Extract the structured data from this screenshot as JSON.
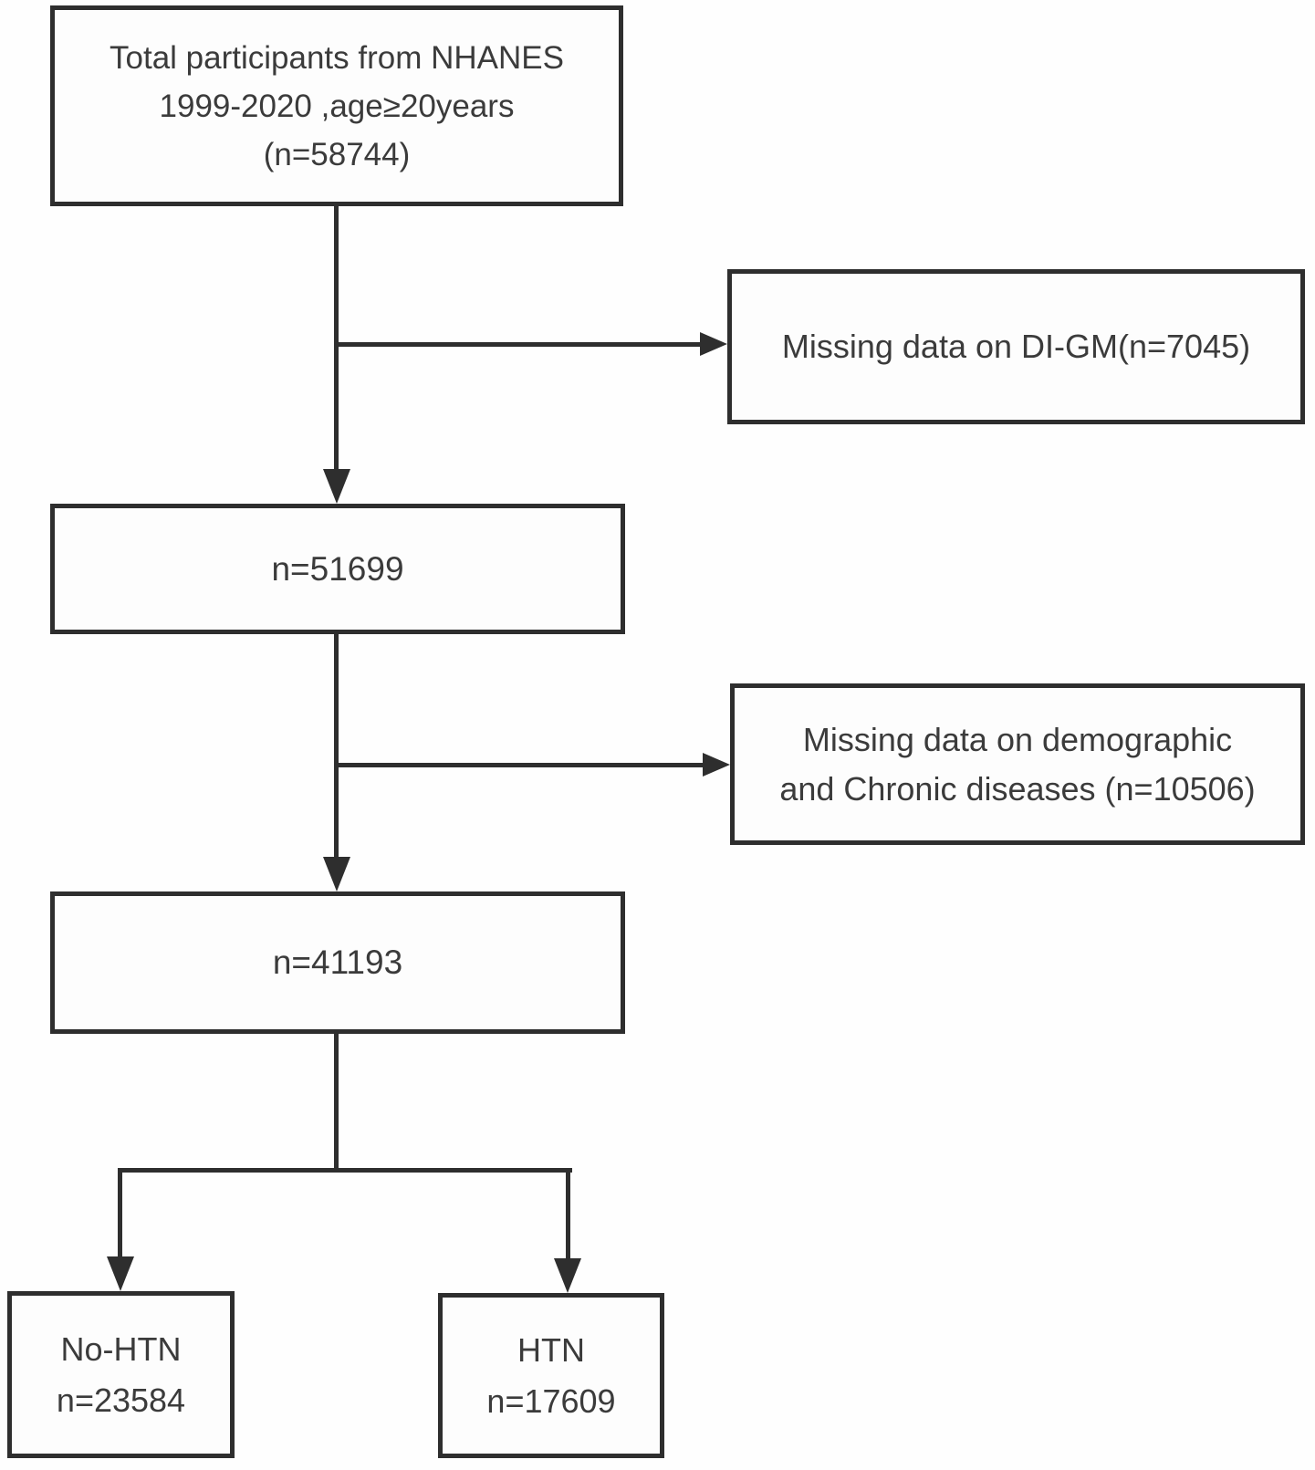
{
  "figure": {
    "type": "participant-flow-diagram",
    "background_color": "#fefefe",
    "line_color": "#2e2e2e",
    "text_color": "#3b3b3b"
  },
  "nodes": {
    "total": {
      "lines": [
        "Total participants from NHANES",
        "1999-2020 ,age≥20years",
        "(n=58744)"
      ]
    },
    "excl_digm": {
      "lines": [
        "Missing data on DI-GM(n=7045)"
      ]
    },
    "n51699": {
      "lines": [
        "n=51699"
      ]
    },
    "excl_demo": {
      "lines": [
        "Missing data on demographic",
        "and Chronic diseases (n=10506)"
      ]
    },
    "n41193": {
      "lines": [
        "n=41193"
      ]
    },
    "no_htn": {
      "lines": [
        "No-HTN",
        "n=23584"
      ]
    },
    "htn": {
      "lines": [
        "HTN",
        "n=17609"
      ]
    }
  }
}
